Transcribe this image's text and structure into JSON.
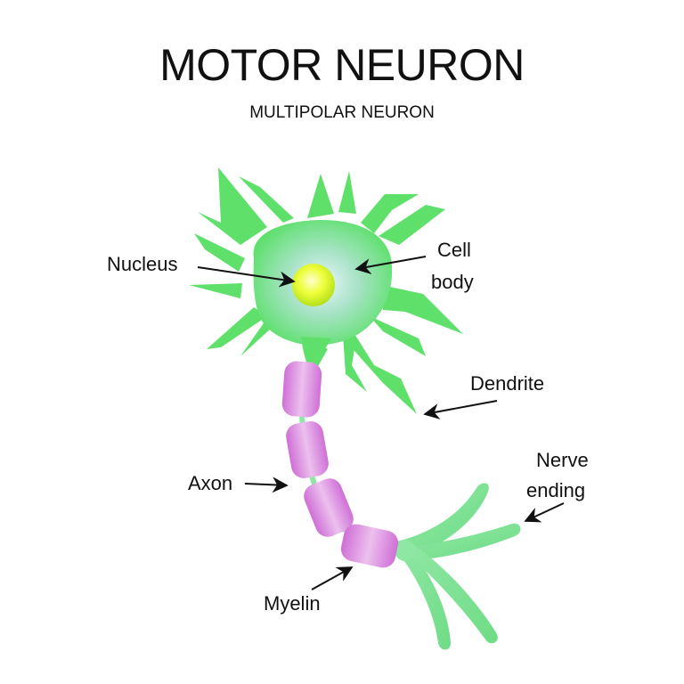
{
  "title": "MOTOR NEURON",
  "subtitle": "MULTIPOLAR NEURON",
  "labels": {
    "nucleus": "Nucleus",
    "cell_body_line1": "Cell",
    "cell_body_line2": "body",
    "dendrite": "Dendrite",
    "axon": "Axon",
    "nerve_ending_line1": "Nerve",
    "nerve_ending_line2": "ending",
    "myelin": "Myelin"
  },
  "colors": {
    "neuron_green": "#5ee06a",
    "myelin_magenta": "#d27ad8",
    "nucleus_yellow": "#eaff3a",
    "text": "#111111"
  }
}
